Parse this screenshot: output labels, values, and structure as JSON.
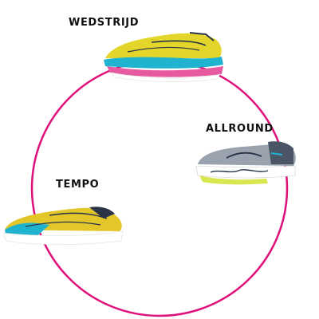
{
  "categories": {
    "wedstrijd": "WEDSTRIJD",
    "allround": "ALLROUND",
    "tempo": "TEMPO"
  },
  "colors": {
    "ring": "#e0107a",
    "yellow": "#e3d52a",
    "cyan": "#1fb3cf",
    "pink": "#e75aa0",
    "navy": "#2a3449",
    "grey": "#9aa3ad",
    "lime": "#d8e650"
  },
  "icons": [
    "running-shoe-icon",
    "running-shoe-icon",
    "running-shoe-icon"
  ]
}
